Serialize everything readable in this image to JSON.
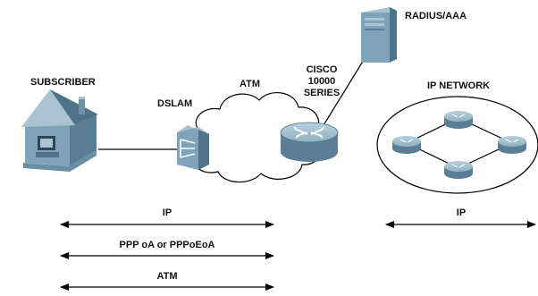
{
  "labels": {
    "subscriber": "SUBSCRIBER",
    "dslam": "DSLAM",
    "atm_cloud": "ATM",
    "router_line1": "CISCO",
    "router_line2": "10000",
    "router_line3": "SERIES",
    "radius": "RADIUS/AAA",
    "ip_network": "IP NETWORK"
  },
  "protocol_arrows": {
    "ip_access": "IP",
    "ppp": "PPP oA or PPPoEoA",
    "atm": "ATM",
    "ip_core": "IP"
  },
  "colors": {
    "device_fill": "#7fa3b8",
    "device_light": "#a9c3d2",
    "device_dark": "#4f7388",
    "line": "#000000"
  }
}
